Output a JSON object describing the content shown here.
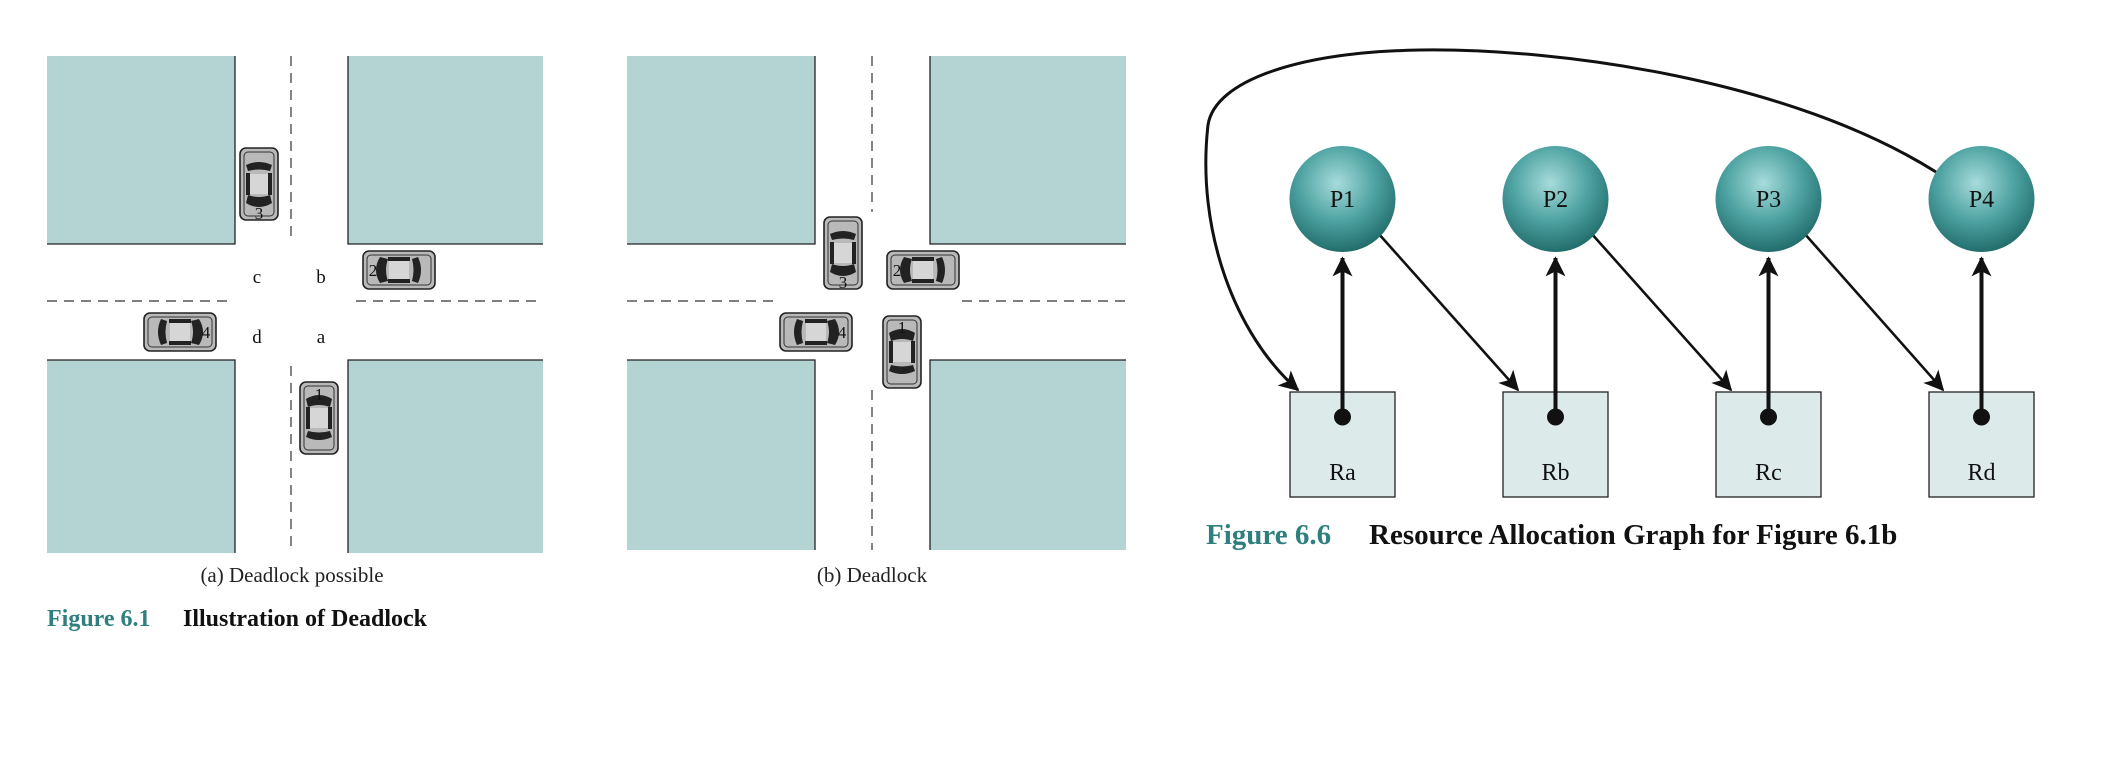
{
  "colors": {
    "block": "#b4d4d3",
    "resource_box": "#dcebea",
    "node_light": "#8fd0cf",
    "node_dark": "#2c8483",
    "caption_teal": "#2f7f7f",
    "ink": "#111111"
  },
  "figure61": {
    "number": "Figure 6.1",
    "title": "Illustration of Deadlock",
    "panel_a": {
      "caption": "(a) Deadlock possible",
      "quadrants": {
        "a": "a",
        "b": "b",
        "c": "c",
        "d": "d"
      },
      "cars": [
        "1",
        "2",
        "3",
        "4"
      ]
    },
    "panel_b": {
      "caption": "(b) Deadlock",
      "cars": [
        "1",
        "2",
        "3",
        "4"
      ]
    }
  },
  "figure66": {
    "number": "Figure 6.6",
    "title": "Resource Allocation Graph for Figure 6.1b",
    "processes": [
      "P1",
      "P2",
      "P3",
      "P4"
    ],
    "resources": [
      "Ra",
      "Rb",
      "Rc",
      "Rd"
    ],
    "edges": [
      {
        "from": "Ra",
        "to": "P1",
        "kind": "held-by"
      },
      {
        "from": "Rb",
        "to": "P2",
        "kind": "held-by"
      },
      {
        "from": "Rc",
        "to": "P3",
        "kind": "held-by"
      },
      {
        "from": "Rd",
        "to": "P4",
        "kind": "held-by"
      },
      {
        "from": "P1",
        "to": "Rb",
        "kind": "requests"
      },
      {
        "from": "P2",
        "to": "Rc",
        "kind": "requests"
      },
      {
        "from": "P3",
        "to": "Rd",
        "kind": "requests"
      },
      {
        "from": "P4",
        "to": "Ra",
        "kind": "requests"
      }
    ]
  }
}
